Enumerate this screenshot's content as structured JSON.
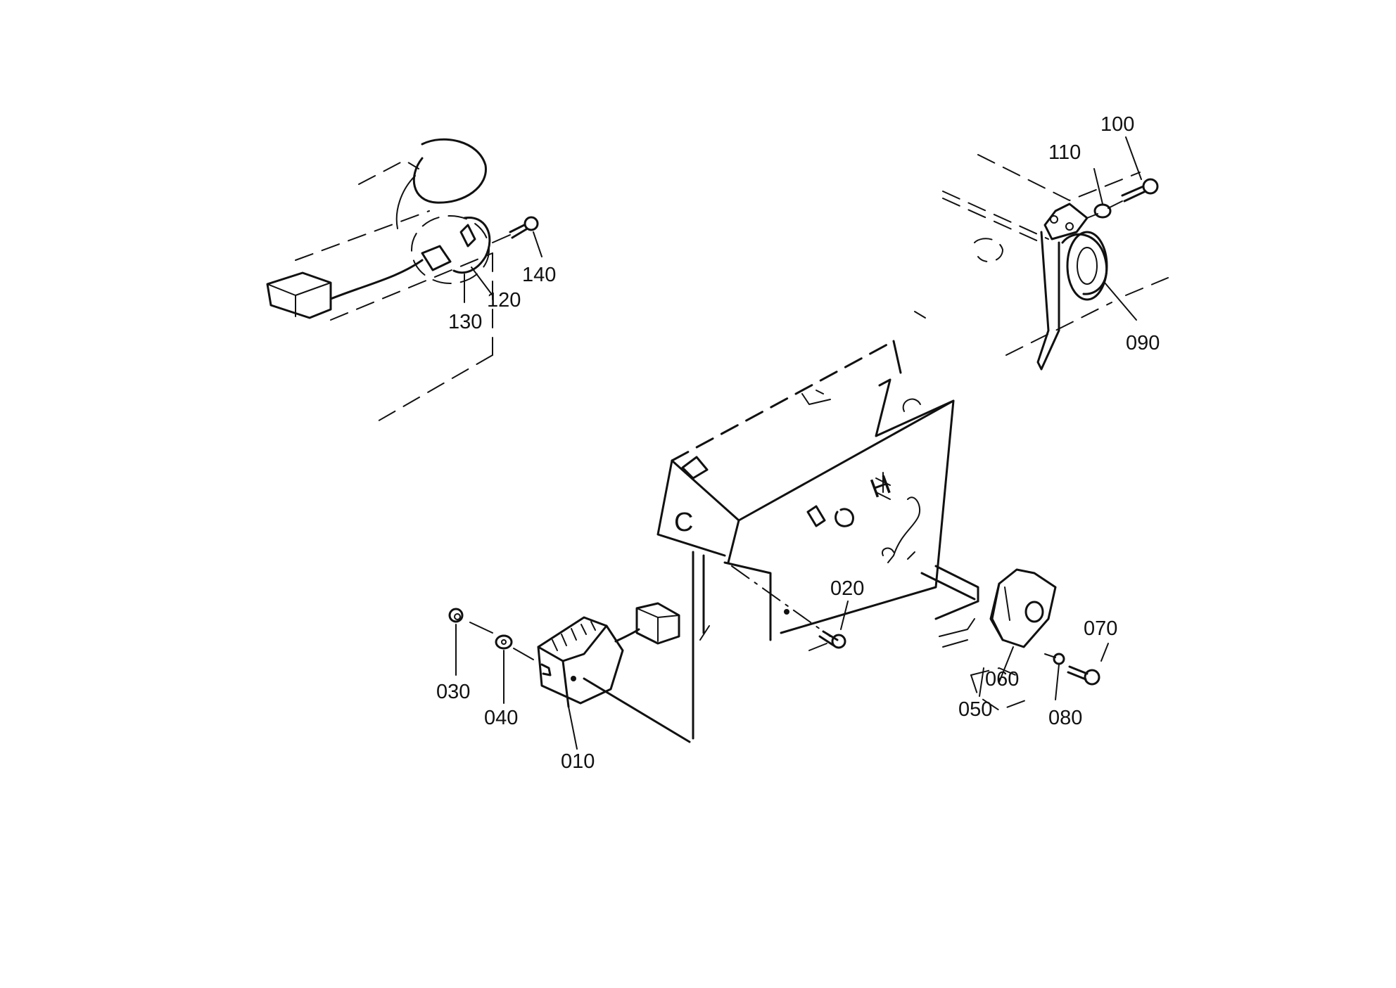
{
  "diagram": {
    "labels": {
      "p010": "010",
      "p020": "020",
      "p030": "030",
      "p040": "040",
      "p050": "050",
      "p060": "060",
      "p070": "070",
      "p080": "080",
      "p090": "090",
      "p100": "100",
      "p110": "110",
      "p120": "120",
      "p130": "130",
      "p140": "140"
    },
    "panel_marks": {
      "c": "C",
      "h": "H"
    }
  }
}
